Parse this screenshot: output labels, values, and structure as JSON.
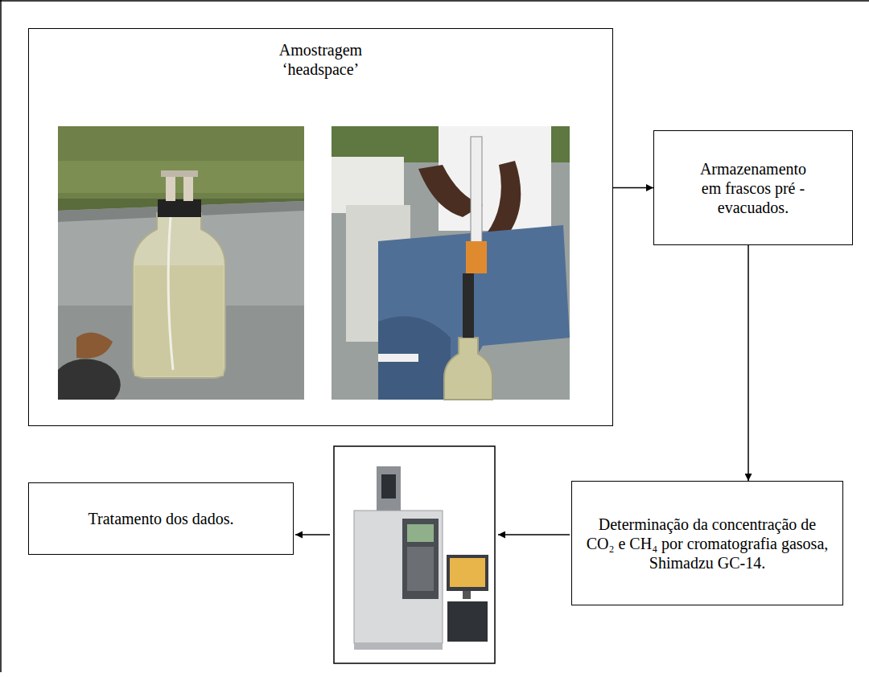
{
  "diagram": {
    "nodes": [
      {
        "text": [
          "Amostragem ‘headspace’"
        ]
      },
      {
        "text": [
          "Armazenamento em frascos pré - evacuados."
        ]
      },
      {
        "text": [
          "Determinação da concentração de CO₂ e CH₄ por cromatografia gasosa, Shimadzu GC-14."
        ]
      },
      {
        "text": [
          "Tratamento dos dados."
        ]
      }
    ],
    "edges": [
      {
        "from": 0,
        "to": 1,
        "arrow": "to"
      },
      {
        "from": 1,
        "to": 2,
        "arrow": "to"
      }
    ]
  }
}
